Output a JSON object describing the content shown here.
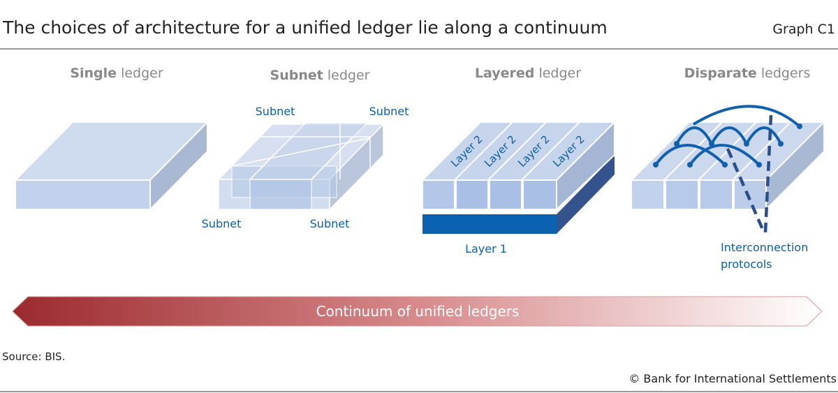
{
  "title": "The choices of architecture for a unified ledger lie along a continuum",
  "graph_id": "Graph C1",
  "panels": [
    {
      "bold": "Single",
      "rest": " ledger"
    },
    {
      "bold": "Subnet",
      "rest": " ledger"
    },
    {
      "bold": "Layered",
      "rest": " ledger"
    },
    {
      "bold": "Disparate",
      "rest": " ledgers"
    }
  ],
  "subnet_label": "Subnet",
  "layer2_label": "Layer 2",
  "layer1_label": "Layer 1",
  "interconnection": [
    "Interconnection",
    "protocols"
  ],
  "arrow_label": "Continuum of unified ledgers",
  "source": "Source: BIS.",
  "copyright": "© Bank for International Settlements",
  "colors": {
    "accent": "#0b5fa5",
    "arrow_dark": "#9b2a2e",
    "face_light": "#cdd9ee",
    "layer1": "#0a62b0"
  }
}
